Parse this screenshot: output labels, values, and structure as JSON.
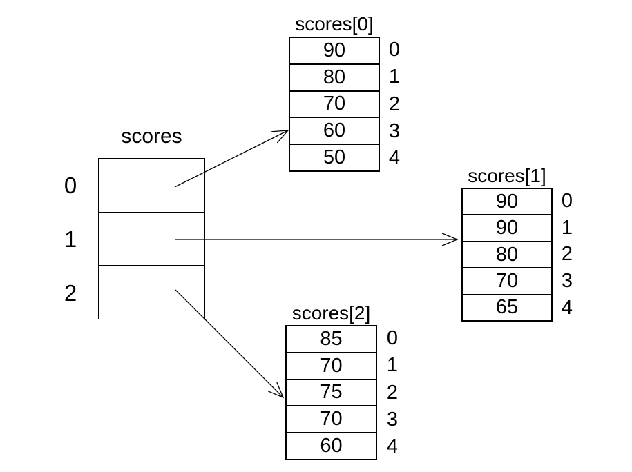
{
  "colors": {
    "background": "#ffffff",
    "ink": "#000000"
  },
  "pointer_array": {
    "label": "scores",
    "indices": [
      "0",
      "1",
      "2"
    ]
  },
  "sub_arrays": [
    {
      "label": "scores[0]",
      "values": [
        "90",
        "80",
        "70",
        "60",
        "50"
      ],
      "indices": [
        "0",
        "1",
        "2",
        "3",
        "4"
      ]
    },
    {
      "label": "scores[1]",
      "values": [
        "90",
        "90",
        "80",
        "70",
        "65"
      ],
      "indices": [
        "0",
        "1",
        "2",
        "3",
        "4"
      ]
    },
    {
      "label": "scores[2]",
      "values": [
        "85",
        "70",
        "75",
        "70",
        "60"
      ],
      "indices": [
        "0",
        "1",
        "2",
        "3",
        "4"
      ]
    }
  ],
  "pointers": [
    {
      "from_index": "0",
      "to": "scores[0]"
    },
    {
      "from_index": "1",
      "to": "scores[1]"
    },
    {
      "from_index": "2",
      "to": "scores[2]"
    }
  ]
}
